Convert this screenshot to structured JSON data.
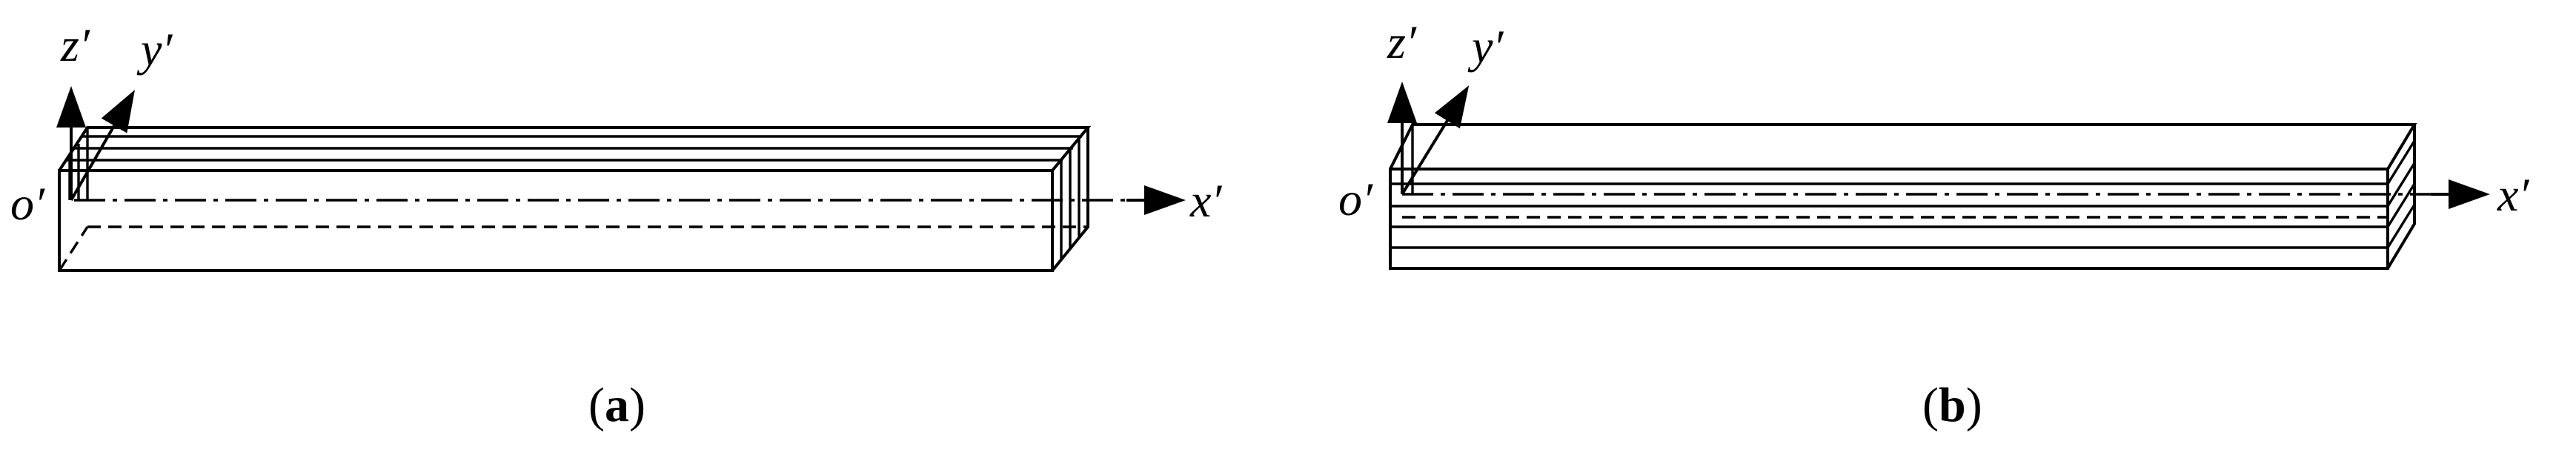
{
  "panels": [
    {
      "caption_open": "(",
      "caption_letter": "a",
      "caption_close": ")",
      "axes": {
        "z": "z′",
        "y": "y′",
        "x": "x′",
        "origin": "o′"
      }
    },
    {
      "caption_open": "(",
      "caption_letter": "b",
      "caption_close": ")",
      "axes": {
        "z": "z′",
        "y": "y′",
        "x": "x′",
        "origin": "o′"
      }
    }
  ]
}
